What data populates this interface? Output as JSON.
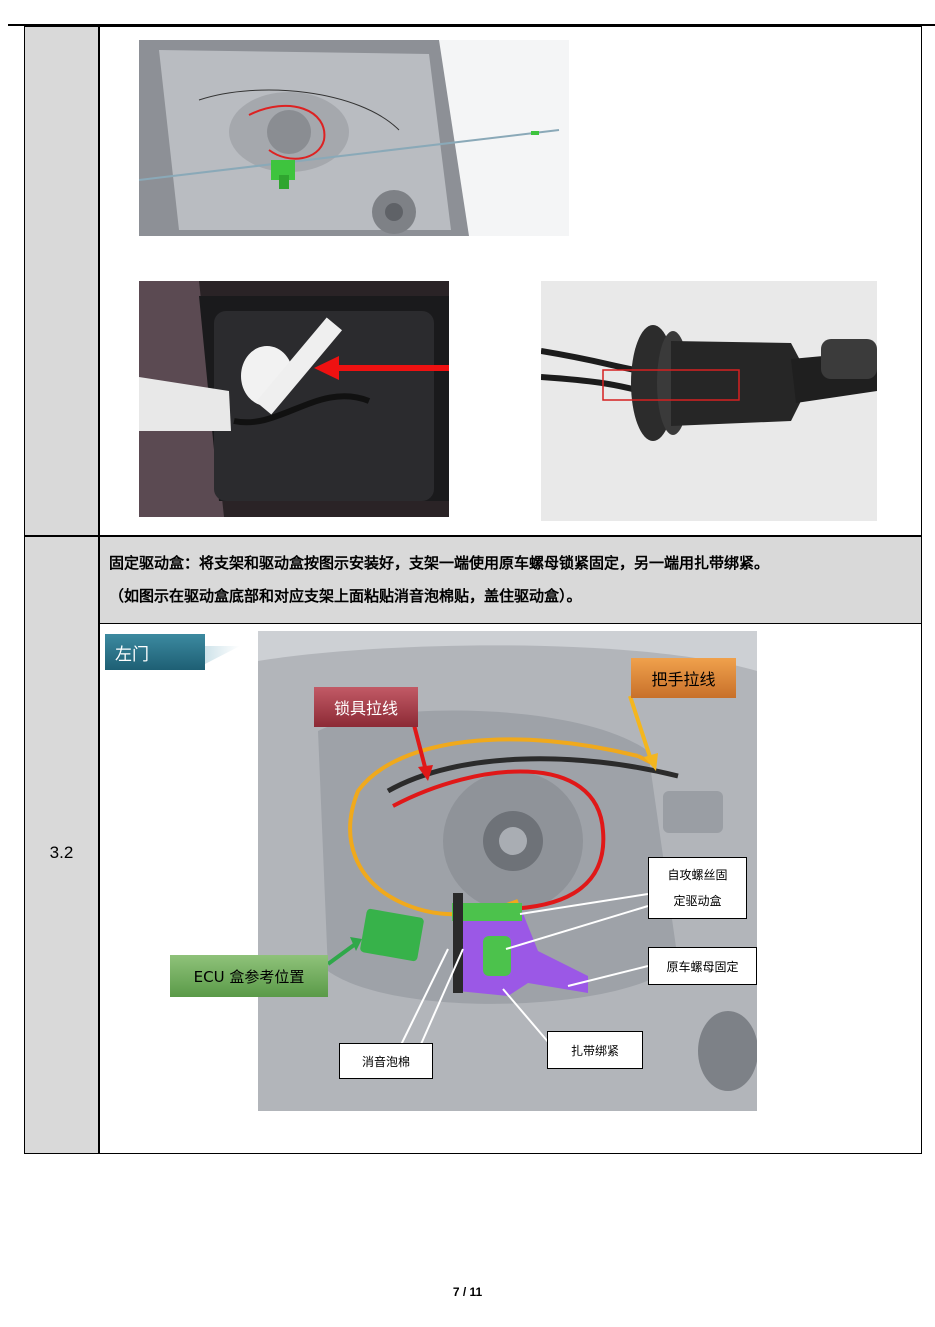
{
  "step": {
    "number": "3.2",
    "instruction_line1": "固定驱动盒：将支架和驱动盒按图示安装好，支架一端使用原车螺母锁紧固定，另一端用扎带绑紧。",
    "instruction_line2": "（如图示在驱动盒底部和对应支架上面粘贴消音泡棉贴，盖住驱动盒）。"
  },
  "diagram_labels": {
    "left_door": "左门",
    "handle_cable": "把手拉线",
    "lock_cable": "锁具拉线",
    "self_tap_screw_line1": "自攻螺丝固",
    "self_tap_screw_line2": "定驱动盒",
    "oem_nut": "原车螺母固定",
    "ecu_position": "ECU 盒参考位置",
    "foam": "消音泡棉",
    "cable_tie": "扎带绑紧"
  },
  "footer": {
    "page": "7 / 11"
  }
}
